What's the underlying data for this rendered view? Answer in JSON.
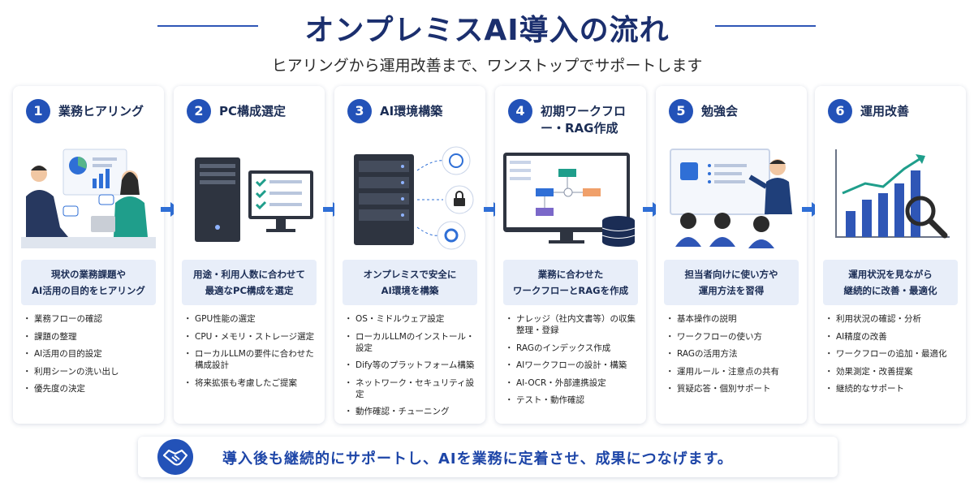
{
  "header": {
    "title": "オンプレミスAI導入の流れ",
    "subtitle": "ヒアリングから運用改善まで、ワンストップでサポートします"
  },
  "colors": {
    "primary": "#2352b8",
    "navy": "#1b2f6e",
    "summary_bg": "#e8eef9"
  },
  "steps": [
    {
      "num": "1",
      "title": "業務ヒアリング",
      "icon": "meeting-illustration",
      "summary": [
        "現状の業務課題や",
        "AI活用の目的をヒアリング"
      ],
      "bullets": [
        "業務フローの確認",
        "課題の整理",
        "AI活用の目的設定",
        "利用シーンの洗い出し",
        "優先度の決定"
      ]
    },
    {
      "num": "2",
      "title": "PC構成選定",
      "icon": "pc-selection-illustration",
      "summary": [
        "用途・利用人数に合わせて",
        "最適なPC構成を選定"
      ],
      "bullets": [
        "GPU性能の選定",
        "CPU・メモリ・ストレージ選定",
        "ローカルLLMの要件に合わせた構成設計",
        "将来拡張も考慮したご提案"
      ]
    },
    {
      "num": "3",
      "title": "AI環境構築",
      "icon": "server-illustration",
      "summary": [
        "オンプレミスで安全に",
        "AI環境を構築"
      ],
      "bullets": [
        "OS・ミドルウェア設定",
        "ローカルLLMのインストール・設定",
        "Dify等のプラットフォーム構築",
        "ネットワーク・セキュリティ設定",
        "動作確認・チューニング"
      ]
    },
    {
      "num": "4",
      "title": "初期ワークフロー・RAG作成",
      "icon": "workflow-illustration",
      "summary": [
        "業務に合わせた",
        "ワークフローとRAGを作成"
      ],
      "bullets": [
        "ナレッジ（社内文書等）の収集整理・登録",
        "RAGのインデックス作成",
        "AIワークフローの設計・構築",
        "AI-OCR・外部連携設定",
        "テスト・動作確認"
      ]
    },
    {
      "num": "5",
      "title": "勉強会",
      "icon": "seminar-illustration",
      "summary": [
        "担当者向けに使い方や",
        "運用方法を習得"
      ],
      "bullets": [
        "基本操作の説明",
        "ワークフローの使い方",
        "RAGの活用方法",
        "運用ルール・注意点の共有",
        "質疑応答・個別サポート"
      ]
    },
    {
      "num": "6",
      "title": "運用改善",
      "icon": "growth-chart-illustration",
      "summary": [
        "運用状況を見ながら",
        "継続的に改善・最適化"
      ],
      "bullets": [
        "利用状況の確認・分析",
        "AI精度の改善",
        "ワークフローの追加・最適化",
        "効果測定・改善提案",
        "継続的なサポート"
      ]
    }
  ],
  "footer": {
    "icon": "handshake-icon",
    "text": "導入後も継続的にサポートし、AIを業務に定着させ、成果につなげます。"
  }
}
